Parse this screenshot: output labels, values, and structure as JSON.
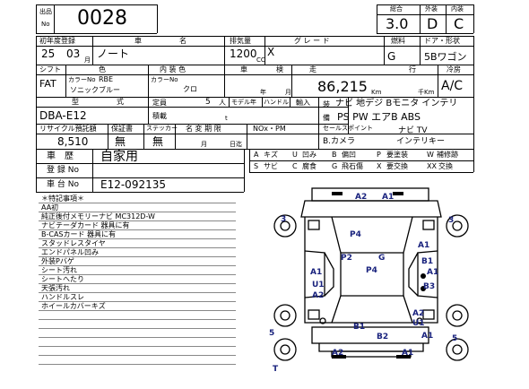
{
  "lot": {
    "label_top": "出品",
    "label_no": "No",
    "number": "0028"
  },
  "score": {
    "overall_label": "総合",
    "exterior_label": "外装",
    "interior_label": "内装",
    "overall": "3.0",
    "exterior": "D",
    "interior": "C"
  },
  "row1": {
    "first_reg_label": "初年度登録",
    "name_label": "車",
    "name_label2": "名",
    "displacement_label": "排気量",
    "grade_label": "グ レ ー ド",
    "fuel_label": "燃料",
    "door_label": "ドア・形状",
    "year": "25",
    "month": "03",
    "month_unit": "月",
    "car_name": "ノート",
    "displacement": "1200",
    "cc_unit": "CC",
    "grade": "X",
    "fuel": "G",
    "door_shape": "5Bワゴン"
  },
  "row2": {
    "shift_label": "シフト",
    "color_label": "色",
    "interior_color_label": "内 装 色",
    "inspection_label": "車",
    "inspection_label2": "検",
    "mileage_label": "走",
    "mileage_label2": "行",
    "ac_label": "冷房",
    "shift": "FAT",
    "color_no_label": "カラーNo",
    "color_no": "RBE",
    "color_name": "ソニックブルー",
    "interior_color_no_label": "カラーNo",
    "interior_color": "クロ",
    "year_unit": "年",
    "month_unit": "月",
    "mileage": "86,215",
    "km_unit": "Km",
    "thousand_km_unit": "千Km",
    "ac": "A/C"
  },
  "row3": {
    "model_label": "型",
    "model_label2": "式",
    "capacity_label": "定員",
    "capacity": "5",
    "person_unit": "人",
    "model_year_label": "モデル年",
    "handle_label": "ハンドル",
    "import_label": "輸入",
    "load_label": "積載",
    "ton_unit": "t",
    "equipment_label": "装",
    "equipment_label2": "備",
    "model": "DBA-E12",
    "equipment_line1": "ナビ 地デジ Bモニタ インテリ",
    "equipment_line2": "PS PW エアB ABS"
  },
  "row4": {
    "recycle_label": "リサイクル預託額",
    "warranty_label": "保証書",
    "sticker_label": "ステッカー",
    "change_label": "名 変 期 限",
    "nox_label": "NOx・PM",
    "sales_point_label": "セールスポイント",
    "recycle_amount": "8,510",
    "warranty": "無",
    "sticker": "無",
    "month_unit": "月",
    "day_unit": "日迄",
    "sales_point1": "B.カメラ",
    "sales_point2": "ナビ TV",
    "sales_point3": "インテリキー"
  },
  "history": {
    "history_label": "車　歴",
    "history_value": "自家用",
    "reg_no_label": "登 録 No",
    "chassis_label": "車 台 No",
    "chassis_value": "E12-092135"
  },
  "legend": [
    {
      "code": "A",
      "text": "キズ"
    },
    {
      "code": "U",
      "text": "凹み"
    },
    {
      "code": "B",
      "text": "偏凹"
    },
    {
      "code": "P",
      "text": "要塗装"
    },
    {
      "code": "W",
      "text": "補修跡"
    },
    {
      "code": "S",
      "text": "サビ"
    },
    {
      "code": "C",
      "text": "腐食"
    },
    {
      "code": "G",
      "text": "飛石傷"
    },
    {
      "code": "X",
      "text": "要交換"
    },
    {
      "code": "XX",
      "text": "交換"
    }
  ],
  "notes": {
    "title": "＊特記事項＊",
    "items": [
      "AA初",
      "純正後付メモリーナビ MC312D-W",
      "ナビテーダカード 器具に有",
      "B-CASカード 器具に有",
      "スタッドレスタイヤ",
      "エンドパネル凹み",
      "外装Pバゲ",
      "シート汚れ",
      "シートへたり",
      "天張汚れ",
      "ハンドルスレ",
      "ホイールカバーキズ"
    ]
  },
  "damage": {
    "top_a2": "A2",
    "top_a1": "A1",
    "p4_hood": "P4",
    "left_3_top": "3",
    "right_a1": "A1",
    "right_3_top": "3",
    "p2": "P2",
    "g": "G",
    "b1_right_top": "B1",
    "p4_roof": "P4",
    "a1_left": "A1",
    "a1_right": "A1",
    "u1": "U1",
    "a2_left": "A2",
    "b3": "B3",
    "a2_right": "A2",
    "u1_right": "U1",
    "b1_bottom": "B1",
    "b2": "B2",
    "a1_bottom": "A1",
    "a2_bottom": "A2",
    "a1_bottom2": "A1",
    "left_5": "5",
    "right_5": "5",
    "t": "T"
  },
  "colors": {
    "damage_text": "#1a237e",
    "rule": "#000000"
  }
}
